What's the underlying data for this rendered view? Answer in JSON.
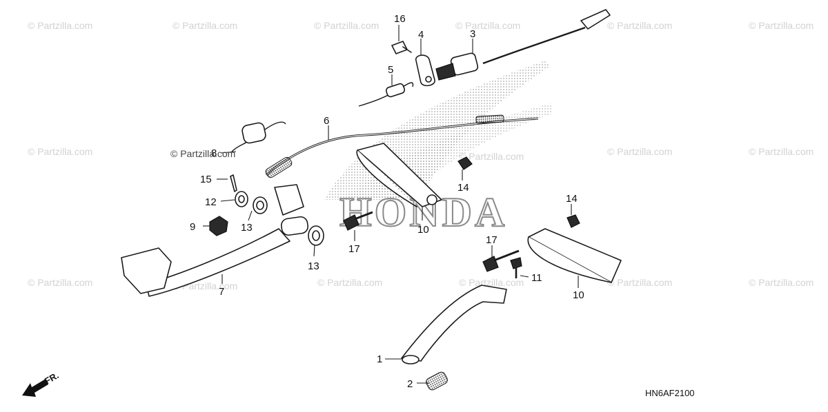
{
  "watermark": {
    "text": "© Partzilla.com",
    "instances": [
      "wm1",
      "wm2",
      "wm3",
      "wm4",
      "wm5",
      "wm6",
      "wm7",
      "wm8",
      "wm9",
      "wm10",
      "wm11",
      "wm12",
      "wm13",
      "wm14",
      "wm15",
      "wm16"
    ]
  },
  "label_watermark": "© Partzilla.com",
  "logo": {
    "text": "HONDA"
  },
  "diagram_code": "HN6AF2100",
  "direction_label": "FR.",
  "callouts": {
    "c1": "1",
    "c2": "2",
    "c3": "3",
    "c4": "4",
    "c5": "5",
    "c6": "6",
    "c7": "7",
    "c8": "8",
    "c9": "9",
    "c10a": "10",
    "c10b": "10",
    "c11": "11",
    "c12": "12",
    "c13a": "13",
    "c13b": "13",
    "c14a": "14",
    "c14b": "14",
    "c15": "15",
    "c16": "16",
    "c17a": "17",
    "c17b": "17"
  },
  "colors": {
    "line": "#1a1a1a",
    "watermark": "#d2d2d2",
    "logo_dots": "#9a9a9a"
  }
}
